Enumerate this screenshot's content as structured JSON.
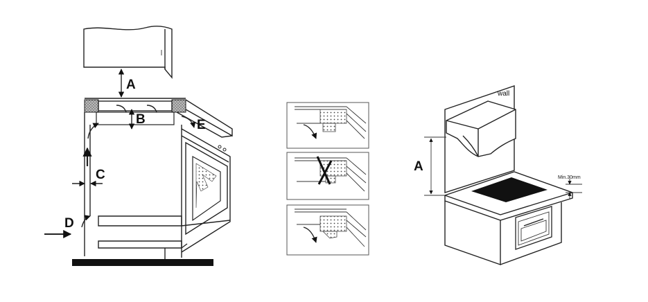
{
  "figure_left": {
    "labels": {
      "a": "A",
      "b": "B",
      "c": "C",
      "d": "D",
      "e": "E"
    }
  },
  "figure_middle": {
    "panels": [
      {
        "name": "correct-top",
        "crossed": false
      },
      {
        "name": "incorrect",
        "crossed": true
      },
      {
        "name": "correct-bottom",
        "crossed": false
      }
    ]
  },
  "figure_right": {
    "labels": {
      "wall": "wall",
      "a": "A",
      "min_gap": "Min.30mm"
    }
  }
}
